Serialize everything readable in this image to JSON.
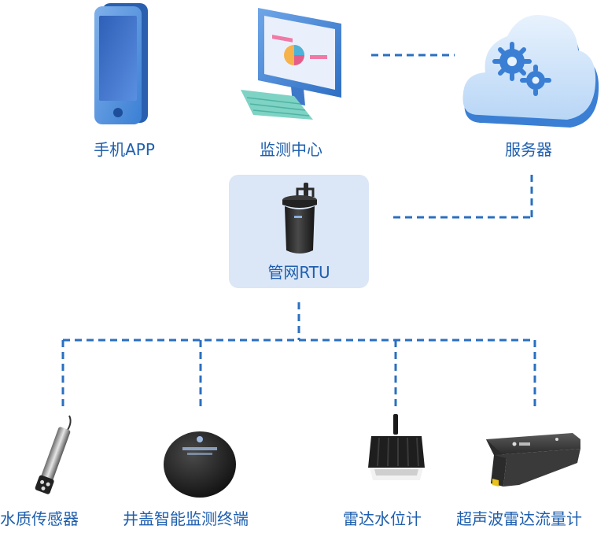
{
  "nodes": {
    "phone_app": {
      "label": "手机APP"
    },
    "monitoring_center": {
      "label": "监测中心"
    },
    "server": {
      "label": "服务器"
    },
    "pipe_rtu": {
      "label": "管网RTU"
    },
    "water_quality_sensor": {
      "label": "水质传感器"
    },
    "manhole_terminal": {
      "label": "井盖智能监测终端"
    },
    "radar_level_meter": {
      "label": "雷达水位计"
    },
    "ultrasonic_radar_flowmeter": {
      "label": "超声波雷达流量计"
    }
  },
  "colors": {
    "accent": "#1f5fae",
    "connector": "#2a6fc0",
    "rtu_panel": "#dbe6f7",
    "device_dark": "#2b2b2b"
  }
}
